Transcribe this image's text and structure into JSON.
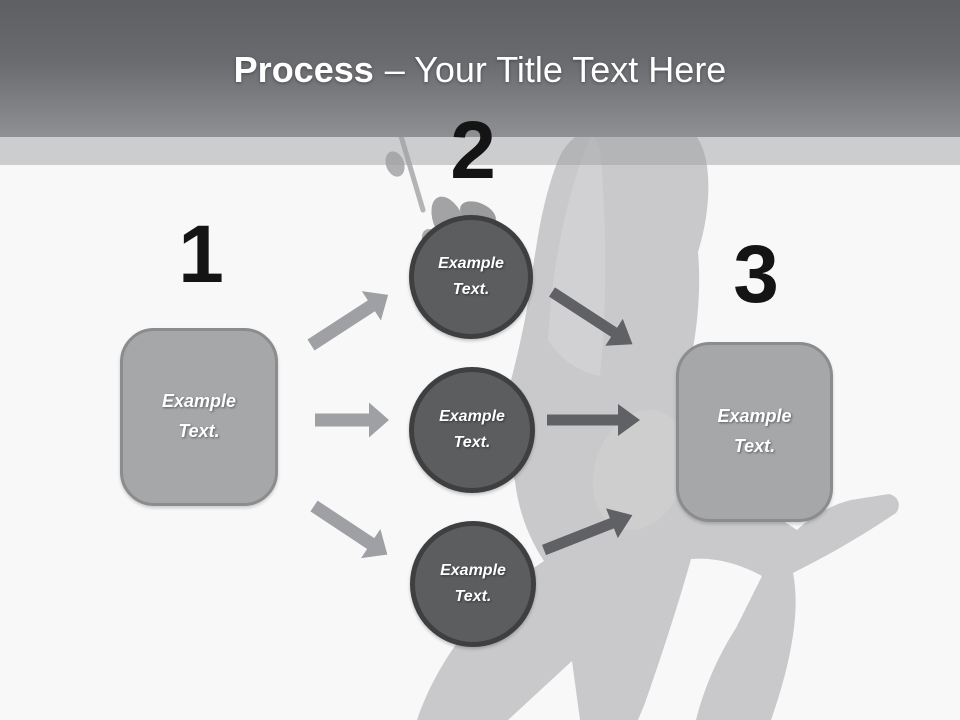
{
  "slide": {
    "title": {
      "emphasis": "Process",
      "rest": "– Your Title Text Here"
    },
    "steps": [
      {
        "number": "1",
        "box_label": "Example Text."
      },
      {
        "number": "2",
        "circle_labels": [
          "Example Text.",
          "Example Text.",
          "Example Text."
        ]
      },
      {
        "number": "3",
        "box_label": "Example Text."
      }
    ],
    "colors": {
      "header_top": "#5e5f63",
      "header_bottom": "#8f9094",
      "sub_band": "#cdced0",
      "background": "#f8f8f9",
      "circle_fill": "#5c5d5f",
      "circle_border": "#3e3f41",
      "box_fill": "#a6a7a9",
      "box_border": "#8b8c8e",
      "arrow_light": "#9ea0a3",
      "arrow_dark": "#606164",
      "silhouette": "#c9c9cb",
      "number_color": "#141414",
      "title_color": "#ffffff"
    }
  }
}
